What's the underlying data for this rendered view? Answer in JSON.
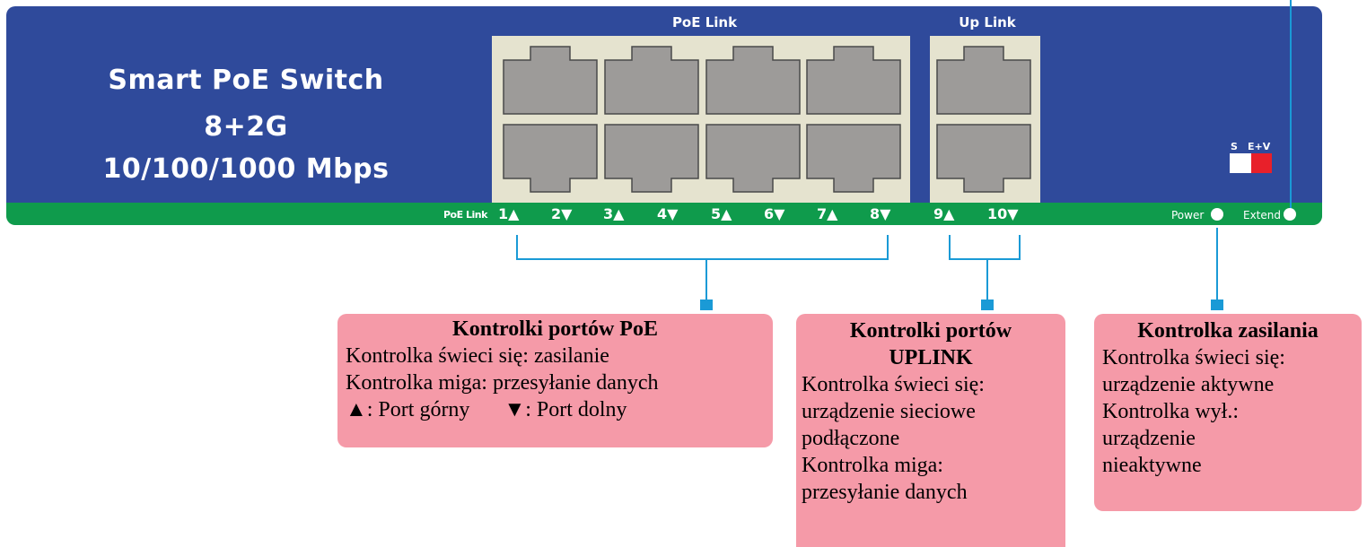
{
  "device": {
    "title_lines": [
      "Smart PoE Switch",
      "8+2G",
      "10/100/1000 Mbps"
    ],
    "poe_group_label": "PoE Link",
    "uplink_group_label": "Up Link",
    "strip_label": "PoE Link",
    "port_leds": [
      "1▲",
      "2▼",
      "3▲",
      "4▼",
      "5▲",
      "6▼",
      "7▲",
      "8▼",
      "9▲",
      "10▼"
    ],
    "power_label": "Power",
    "extend_label": "Extend",
    "switch_labels": {
      "s": "S",
      "ev": "E+V"
    }
  },
  "callouts": {
    "poe": {
      "title": "Kontrolki portów PoE",
      "lines": [
        "Kontrolka świeci się: zasilanie",
        "Kontrolka miga: przesyłanie danych"
      ],
      "up_text": ": Port górny",
      "down_text": ": Port dolny"
    },
    "uplink": {
      "title_lines": [
        "Kontrolki portów",
        "UPLINK"
      ],
      "lines": [
        "Kontrolka świeci się:",
        "urządzenie sieciowe",
        "podłączone",
        "Kontrolka miga:",
        "przesyłanie danych"
      ]
    },
    "power": {
      "title": "Kontrolka zasilania",
      "lines": [
        "Kontrolka świeci się:",
        "urządzenie aktywne",
        "Kontrolka wył.:",
        "urządzenie",
        "nieaktywne"
      ]
    }
  },
  "colors": {
    "panel": "#2f4a9b",
    "strip": "#0f9b4c",
    "connector": "#1a9ad6",
    "callout": "#f59aa8",
    "port_box": "#e5e3cf",
    "switch_red": "#e8202a"
  }
}
